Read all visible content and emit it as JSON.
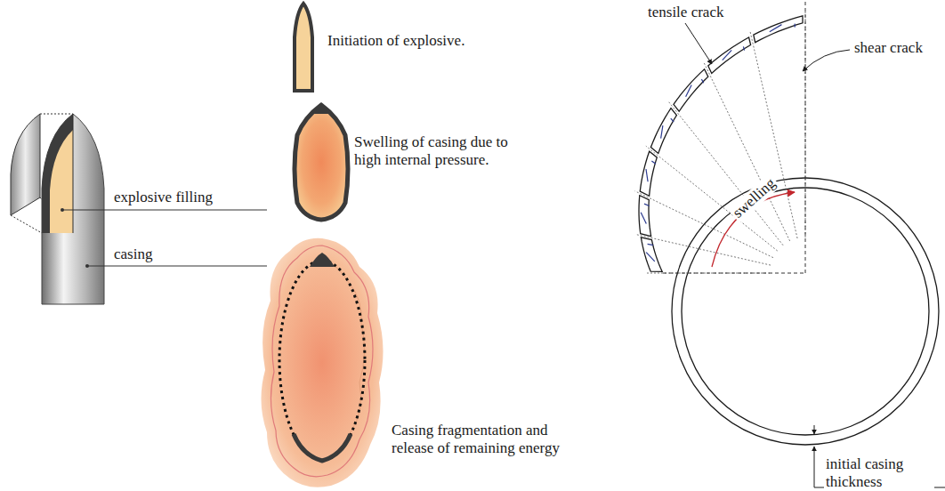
{
  "diagram": {
    "labels": [
      "explosive filling",
      "casing",
      "Initiation of explosive.",
      "Swelling of casing due to high internal pressure.",
      "Casing fragmentation and release of remaining energy",
      "tensile crack",
      "shear crack",
      "swelling",
      "initial casing thickness"
    ]
  }
}
